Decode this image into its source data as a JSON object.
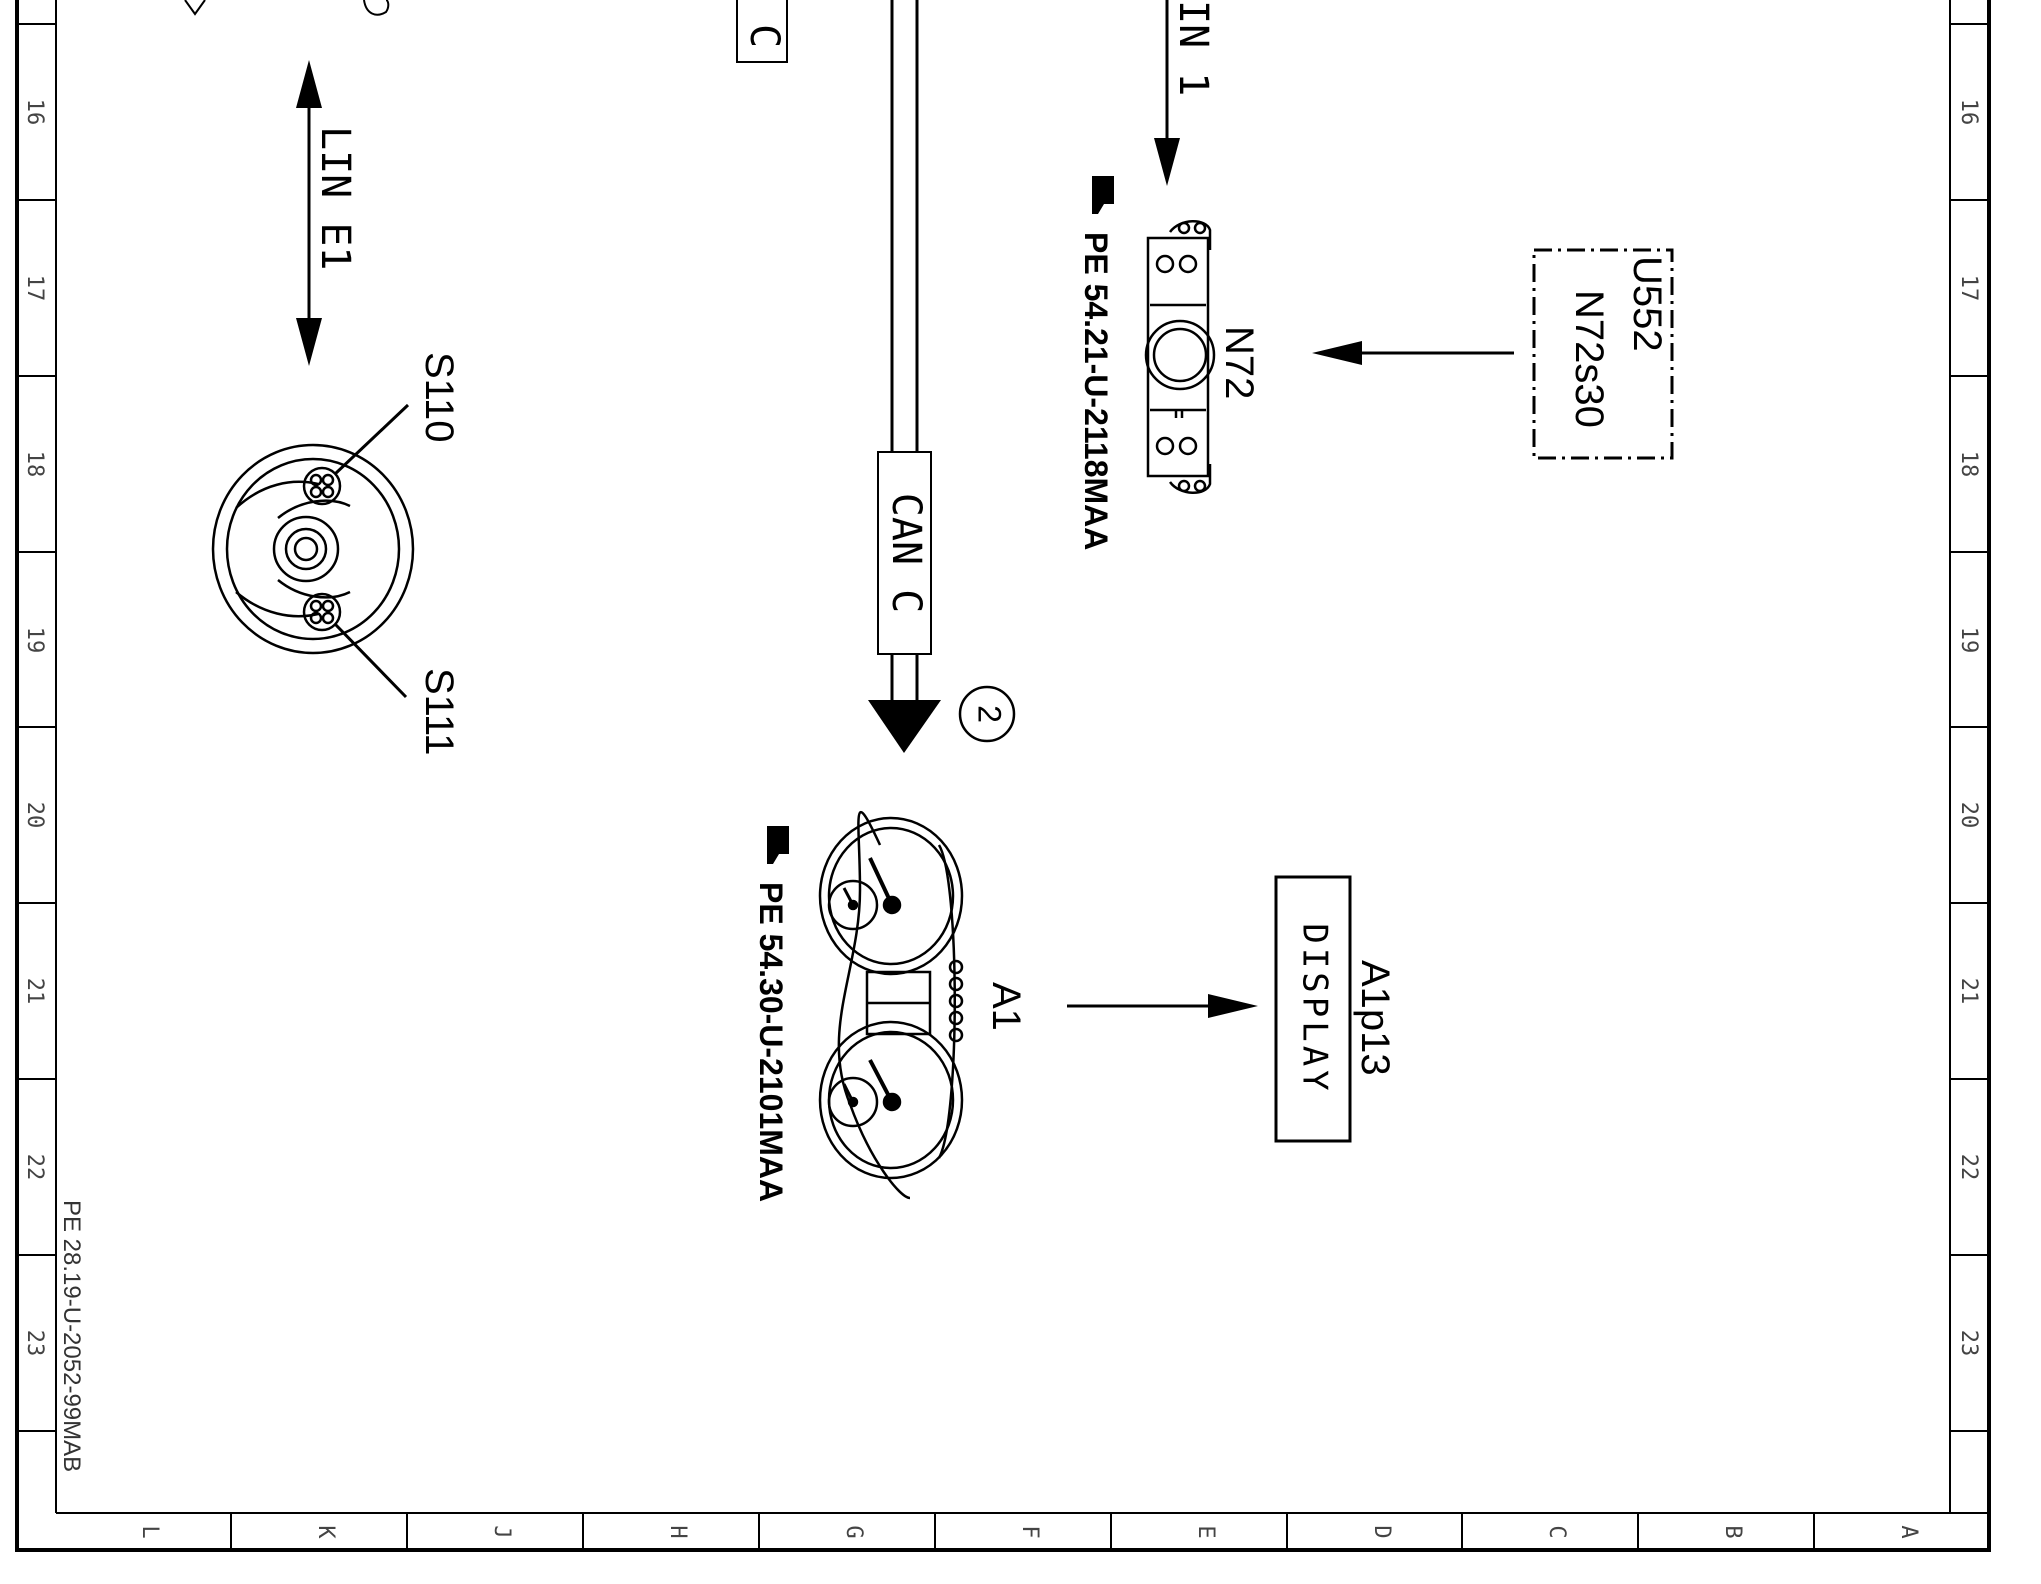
{
  "border": {
    "row_labels": [
      "16",
      "17",
      "18",
      "19",
      "20",
      "21",
      "22",
      "23"
    ],
    "col_labels": [
      "L",
      "K",
      "J",
      "H",
      "G",
      "F",
      "E",
      "D",
      "C",
      "B",
      "A"
    ]
  },
  "doc_ref": "PE 28.19-U-2052-99MAB",
  "buses": {
    "lin_e1": "LIN E1",
    "lin_1_partial": "IN 1",
    "can_c": "CAN C",
    "can_c_partial": "C",
    "circle_ref": "2"
  },
  "components": {
    "s110": "S110",
    "s111": "S111",
    "n72": "N72",
    "n72_ref": "PE 54.21-U-2118MAA",
    "u552": "U552",
    "n72s30": "N72s30",
    "a1": "A1",
    "a1_ref": "PE 54.30-U-2101MAA",
    "a1p13": "A1p13",
    "display": "DISPLAY"
  }
}
